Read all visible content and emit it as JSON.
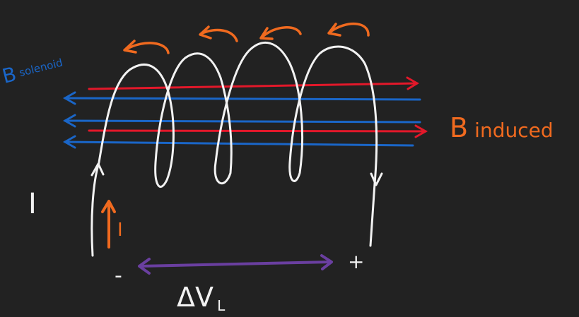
{
  "labels": {
    "b_solenoid_prefix": "B",
    "b_solenoid_sub": "solenoid",
    "b_induced_prefix": "B",
    "b_induced_sub": "induced",
    "current_big": "I",
    "current_small": "I",
    "minus": "-",
    "plus": "+",
    "delta_v": "ΔV",
    "delta_v_sub": "L"
  },
  "colors": {
    "background": "#222222",
    "wire": "#f2f2f2",
    "solenoid_field": "#1a66c8",
    "induced_field": "#e3182a",
    "induced_label": "#f06a1f",
    "current_arrows": "#f06a1f",
    "voltage_arrow": "#6a3fa0",
    "white_text": "#f2f2f2"
  }
}
